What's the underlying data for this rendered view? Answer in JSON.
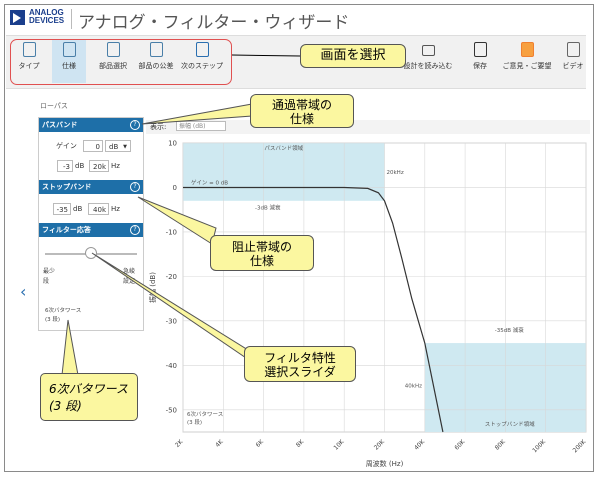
{
  "header": {
    "logo_line1": "ANALOG",
    "logo_line2": "DEVICES",
    "title": "アナログ・フィルター・ウィザード"
  },
  "toolbar": {
    "left_items": [
      {
        "label": "タイプ",
        "icon": "type-icon"
      },
      {
        "label": "仕様",
        "icon": "spec-icon",
        "active": true
      },
      {
        "label": "部品選択",
        "icon": "component-select-icon"
      },
      {
        "label": "部品の公差",
        "icon": "tolerance-icon"
      },
      {
        "label": "次のステップ",
        "icon": "next-step-icon"
      }
    ],
    "right_items": [
      {
        "label": "設計を読み込む",
        "icon": "folder-open-icon"
      },
      {
        "label": "保存",
        "icon": "save-icon"
      },
      {
        "label": "ご意見・ご要望",
        "icon": "feedback-icon"
      },
      {
        "label": "ビデオ",
        "icon": "video-icon"
      }
    ]
  },
  "callouts": {
    "select_screen": "画面を選択",
    "passband_spec_line1": "通過帯域の",
    "passband_spec_line2": "仕様",
    "stopband_spec_line1": "阻止帯域の",
    "stopband_spec_line2": "仕様",
    "slider_line1": "フィルタ特性",
    "slider_line2": "選択スライダ",
    "order_line1": "6次バタワース",
    "order_line2": "(3 段)"
  },
  "sidebar": {
    "section_label": "ローパス",
    "passband": {
      "title": "パスバンド",
      "gain_label": "ゲイン",
      "gain_value": "0",
      "gain_unit": "dB",
      "atten_value": "-3",
      "atten_unit": "dB",
      "freq_value": "20k",
      "freq_unit": "Hz"
    },
    "stopband": {
      "title": "ストップバンド",
      "atten_value": "-35",
      "atten_unit": "dB",
      "freq_value": "40k",
      "freq_unit": "Hz"
    },
    "response": {
      "title": "フィルター応答",
      "left_label_1": "最少",
      "left_label_2": "段",
      "right_label_1": "急峻",
      "right_label_2": "設定",
      "slider_position": 0.5,
      "result_line1": "6次バタワース",
      "result_line2": "(3 段)"
    }
  },
  "chart_toolbar": {
    "display_label": "表示:",
    "display_value": "振幅 (dB)"
  },
  "chart_data": {
    "type": "line",
    "xlabel": "周波数 (Hz)",
    "ylabel": "振幅 (dB)",
    "x_ticks": [
      "2K",
      "4K",
      "6K",
      "8K",
      "10K",
      "20K",
      "40K",
      "60K",
      "80K",
      "100K",
      "200K"
    ],
    "y_ticks": [
      10,
      0,
      -10,
      -20,
      -30,
      -40,
      -50
    ],
    "ylim": [
      -55,
      10
    ],
    "series": [
      {
        "name": "",
        "x": [
          2000,
          10000,
          15000,
          18000,
          20000,
          23000,
          27000,
          32000,
          40000,
          48000
        ],
        "y": [
          0,
          0,
          -0.2,
          -1.2,
          -3,
          -8,
          -16,
          -25,
          -35,
          -55
        ]
      }
    ],
    "annotations": {
      "passband_region": "パスバンド領域",
      "gain_label": "ゲイン = 0 dB",
      "minus3db": "-3dB 減衰",
      "f20k": "20kHz",
      "minus35db": "-35dB 減衰",
      "f40k": "40kHz",
      "stopband_region": "ストップバンド領域",
      "order1": "6次バタワース",
      "order2": "(3 段)"
    }
  },
  "colors": {
    "accent": "#1e6fa8",
    "band_fill": "#cfe9f1",
    "callout_fill": "#fbf7a0",
    "red_outline": "#e05050"
  }
}
